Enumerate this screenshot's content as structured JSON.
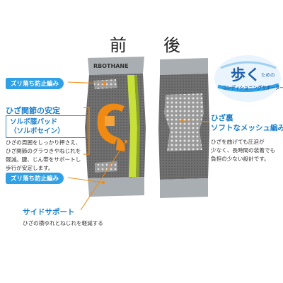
{
  "headings": {
    "front": "前",
    "back": "後"
  },
  "product": {
    "brand_text": "RBOTHANE"
  },
  "badge": {
    "main": "歩く",
    "small": "ための",
    "sub": "コンディショニングサポーター"
  },
  "left": {
    "tag_top": "ズリ落ち防止編み",
    "joint_title": "ひざ関節の安定",
    "pad_line1": "ソルボ膝パッド",
    "pad_line2": "（ソルボセイン）",
    "desc": [
      "ひざの周囲をしっかり押さえ、",
      "ひざ関節のグラつきやねじれを",
      "軽減。腱、じん帯をサポートし",
      "歩行が安定します。"
    ],
    "tag_bottom": "ズリ落ち防止編み",
    "side_title": "サイドサポート",
    "side_desc": "ひざの横ゆれとねじれを軽減する"
  },
  "right": {
    "title_line1": "ひざ裏",
    "title_line2": "ソフトなメッシュ編み",
    "desc": [
      "ひざを曲げても圧迫が",
      "少なく、長時間の装着でも",
      "負担の少ない設計です。"
    ]
  },
  "colors": {
    "accent_blue": "#2fa1e6",
    "text_blue": "#1a7fd0",
    "pad_orange": "#f08a12",
    "lime": "#c8e03a",
    "fabric": "#6e6e6e",
    "band": "#a9aeb2"
  }
}
